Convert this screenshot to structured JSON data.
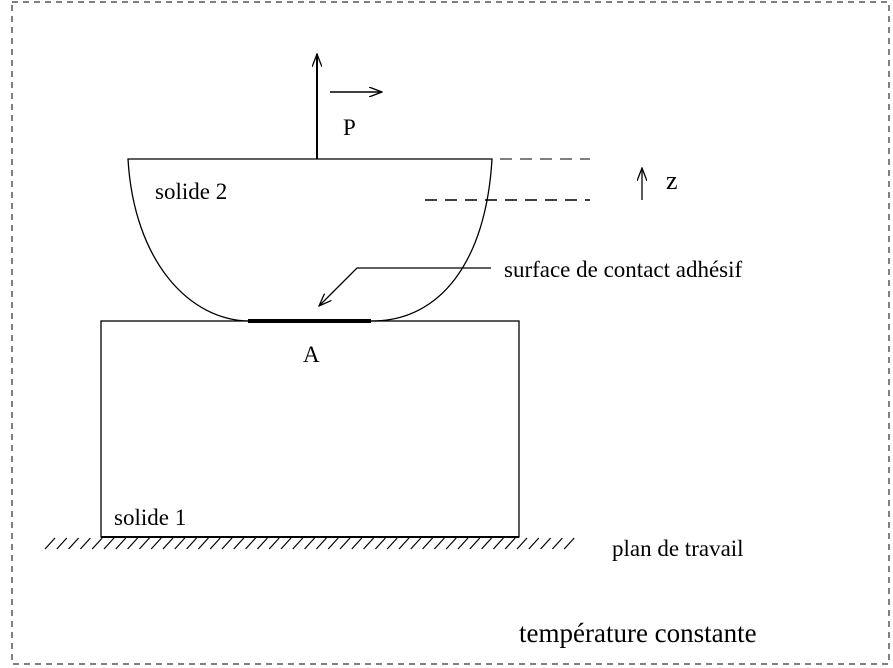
{
  "labels": {
    "force": "P",
    "solid2": "solide 2",
    "solid1": "solide 1",
    "axis": "z",
    "contact": "surface de contact adhésif",
    "area": "A",
    "workplane": "plan de travail",
    "condition": "température constante"
  },
  "colors": {
    "line": "#000000",
    "background": "#ffffff"
  }
}
